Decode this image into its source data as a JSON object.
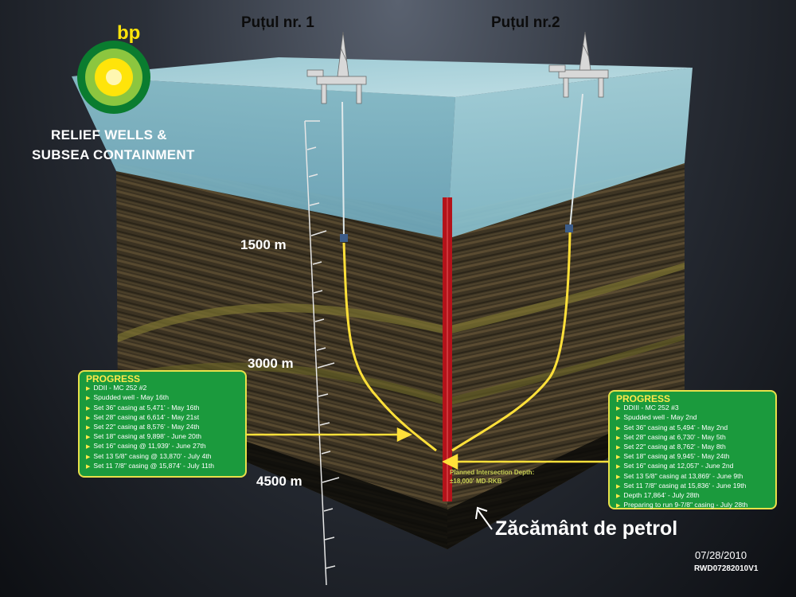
{
  "header": {
    "well1_label": "Puțul nr. 1",
    "well2_label": "Puțul nr.2"
  },
  "logo": {
    "brand": "bp",
    "line1": "RELIEF WELLS &",
    "line2": "SUBSEA CONTAINMENT"
  },
  "depth_labels": [
    "1500 m",
    "3000 m",
    "4500 m"
  ],
  "progress_left": {
    "title": "PROGRESS",
    "items": [
      "DDII - MC 252 #2",
      "Spudded well - May 16th",
      "Set 36\" casing at 5,471' - May 16th",
      "Set 28\" casing at 6,614' - May 21st",
      "Set 22\" casing at 8,576' - May 24th",
      "Set 18\" casing at 9,898' - June 20th",
      "Set 16\" casing @ 11,939' - June 27th",
      "Set 13 5/8\" casing @ 13,870' - July 4th",
      "Set 11 7/8\" casing @ 15,874' - July 11th"
    ]
  },
  "progress_right": {
    "title": "PROGRESS",
    "items": [
      "DDIII - MC 252 #3",
      "Spudded well - May 2nd",
      "Set 36\" casing at 5,494' - May 2nd",
      "Set 28\" casing at 6,730' -  May 5th",
      "Set 22\" casing at 8,762' - May 8th",
      "Set 18\" casing at 9,945' - May 24th",
      "Set 16\" casing at 12,057' - June 2nd",
      "Set 13 5/8\" casing at 13,869' - June 9th",
      "Set 11 7/8\" casing at 15,836' - June 19th",
      "Depth 17,864' - July 28th",
      "Preparing to run 9-7/8\" casing - July 28th"
    ]
  },
  "intersection": {
    "line1": "Planned Intersection Depth:",
    "line2": "±18,000' MD-RKB"
  },
  "reservoir_label": "Zăcământ de petrol",
  "footer": {
    "date": "07/28/2010",
    "code": "RWD07282010V1"
  },
  "colors": {
    "water": "#7fb7c7",
    "relief_well": "#ffe03a",
    "original_well": "#c8141a",
    "panel": "#1b9a3d",
    "panel_border": "#e8e14a"
  }
}
